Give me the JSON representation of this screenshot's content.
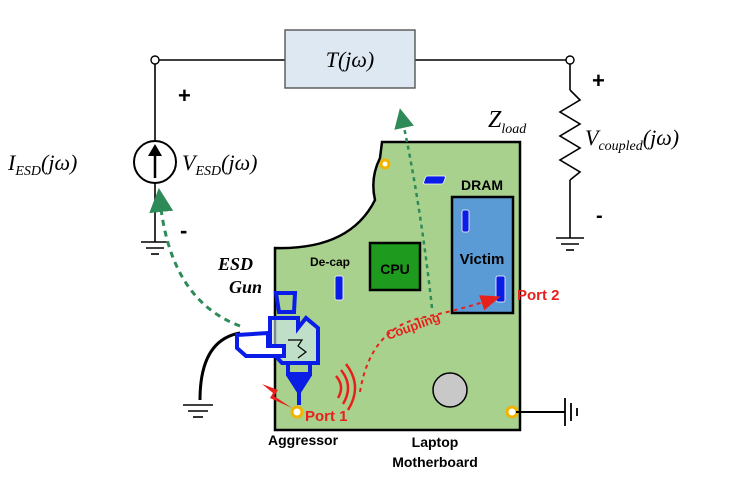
{
  "circuit": {
    "transfer_label": "T(jω)",
    "source_current": {
      "main": "I",
      "sub": "ESD",
      "tail": "(jω)"
    },
    "source_voltage": {
      "main": "V",
      "sub": "ESD",
      "tail": "(jω)"
    },
    "load": {
      "main": "Z",
      "sub": "load"
    },
    "coupled_voltage": {
      "main": "V",
      "sub": "coupled",
      "tail": "(jω)"
    },
    "plus": "+",
    "minus": "-"
  },
  "board": {
    "decap": "De-cap",
    "cpu": "CPU",
    "dram": "DRAM",
    "victim": "Victim",
    "port1": "Port 1",
    "port2": "Port 2",
    "coupling": "Coupling",
    "aggressor": "Aggressor",
    "laptop_line1": "Laptop",
    "laptop_line2": "Motherboard",
    "esd_gun_line1": "ESD",
    "esd_gun_line2": "Gun"
  },
  "colors": {
    "board": "#a9d18e",
    "cpu": "#1e9a1e",
    "dram": "#5b9bd5",
    "gun": "#0a1de6",
    "port": "#e8201c",
    "path": "#2e8b57"
  }
}
